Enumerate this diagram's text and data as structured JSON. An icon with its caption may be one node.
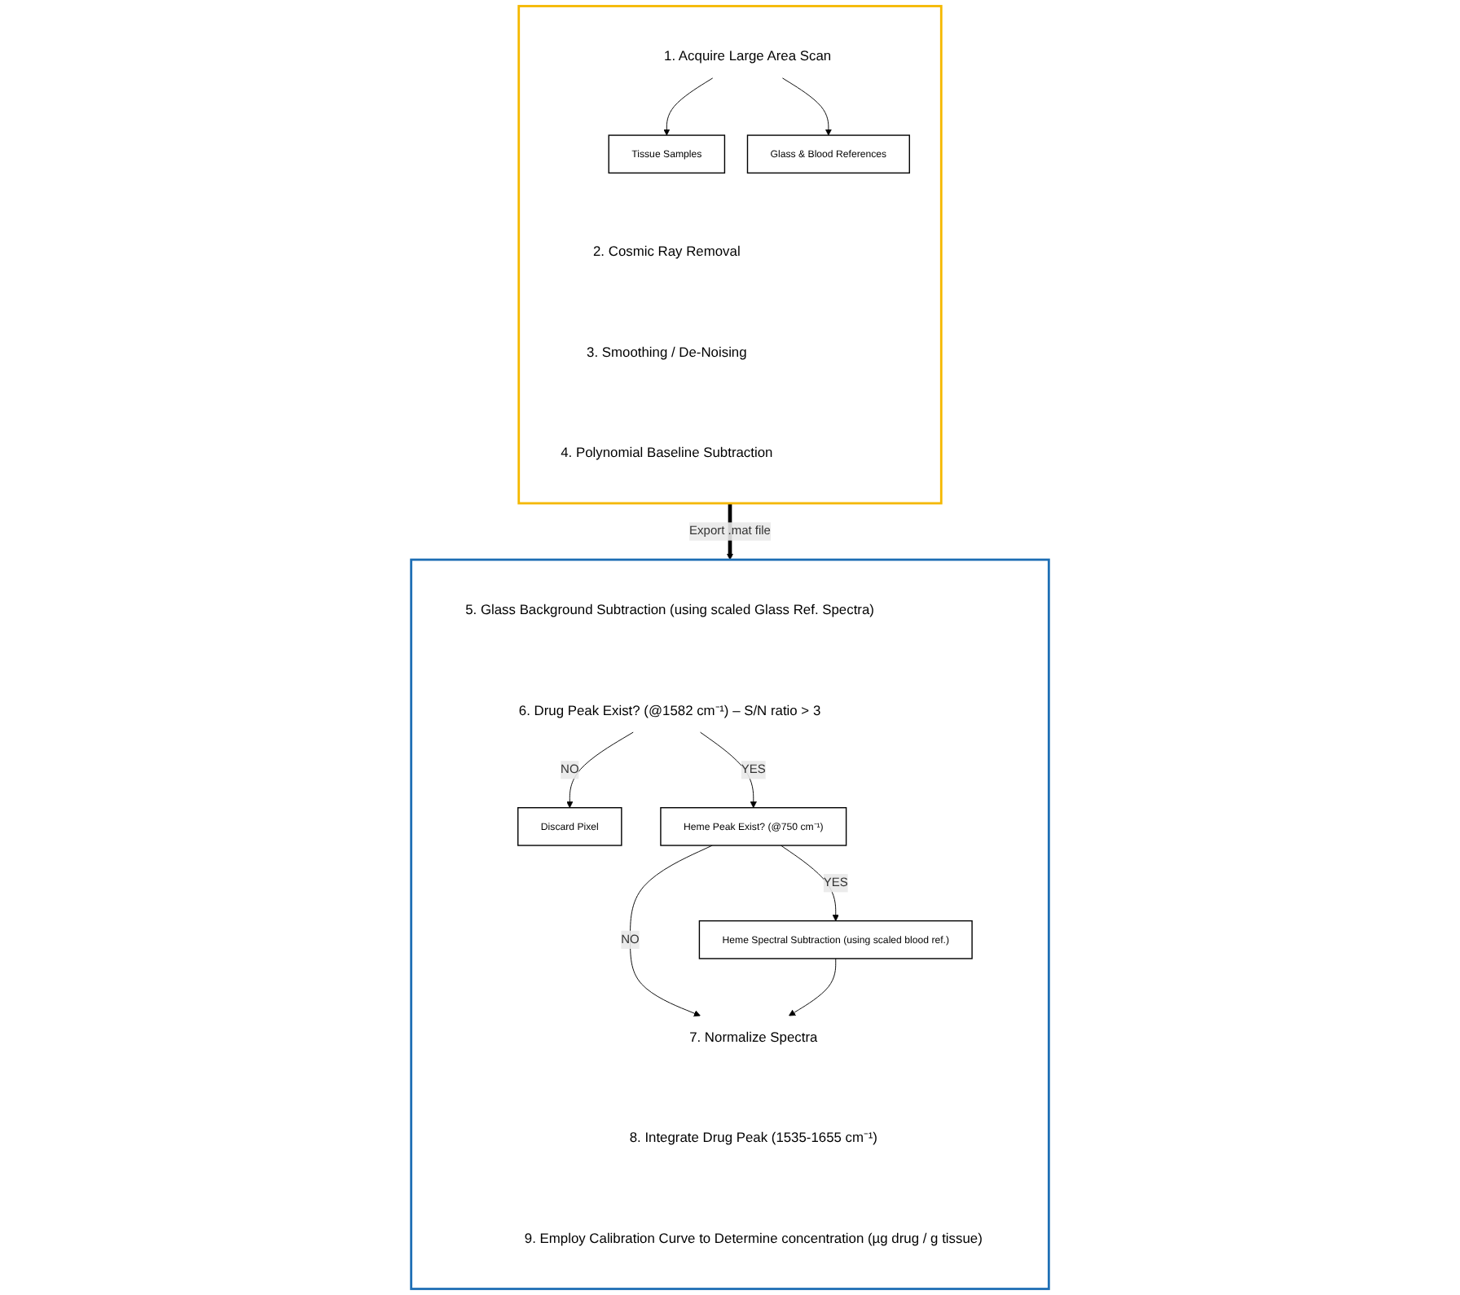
{
  "diagram": {
    "nodes": [
      {
        "text": [],
        "shape": "box"
      },
      {
        "text": [
          "1. Acquire Large Area Scan"
        ],
        "in": 0
      },
      {
        "text": [
          "Tissue Samples"
        ],
        "in": 0
      },
      {
        "text": [
          "Glass & Blood References"
        ],
        "in": 0
      },
      {
        "text": [
          "2. Cosmic Ray Removal"
        ],
        "in": 0
      },
      {
        "text": [
          "3. Smoothing / De-Noising"
        ],
        "in": 0
      },
      {
        "text": [
          "4. Polynomial Baseline Subtraction"
        ],
        "in": 0
      },
      {
        "text": [],
        "shape": "box"
      },
      {
        "text": [
          "5. Glass Background Subtraction (using scaled Glass Ref. Spectra)"
        ],
        "in": 7
      },
      {
        "text": [
          "6. Drug Peak Exist? (@1582 cm⁻¹) – S/N ratio > 3"
        ],
        "in": 7
      },
      {
        "text": [
          "Discard Pixel"
        ],
        "in": 7
      },
      {
        "text": [
          "Heme Peak Exist? (@750 cm⁻¹)"
        ],
        "in": 7
      },
      {
        "text": [
          "Heme Spectral Subtraction (using scaled blood ref.)"
        ],
        "in": 7
      },
      {
        "text": [
          "7. Normalize Spectra"
        ],
        "in": 7
      },
      {
        "text": [
          "8. Integrate Drug Peak (1535-1655 cm⁻¹)"
        ],
        "in": 7
      },
      {
        "text": [
          "9. Employ Calibration Curve to Determine concentration (µg drug / g tissue)"
        ],
        "in": 7
      }
    ],
    "edges": [
      {
        "from": 1,
        "to": 2,
        "arrow": "to"
      },
      {
        "from": 1,
        "to": 3,
        "arrow": "to"
      },
      {
        "from": 0,
        "to": 7,
        "arrow": "to",
        "label": "Export .mat file",
        "style": "thick"
      },
      {
        "from": 9,
        "to": 10,
        "arrow": "to",
        "label": "NO"
      },
      {
        "from": 9,
        "to": 11,
        "arrow": "to",
        "label": "YES"
      },
      {
        "from": 11,
        "to": 12,
        "arrow": "to",
        "label": "YES"
      },
      {
        "from": 11,
        "to": 13,
        "arrow": "to",
        "label": "NO"
      },
      {
        "from": 12,
        "to": 13,
        "arrow": "to"
      }
    ]
  }
}
